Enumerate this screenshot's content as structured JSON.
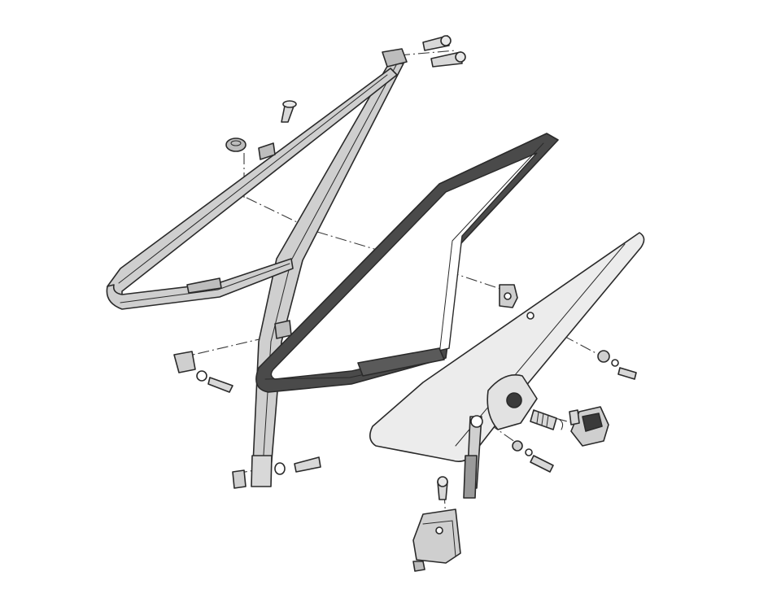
{
  "diagram": {
    "style": "exploded-parts-illustration",
    "background_color": "#ffffff",
    "line_color": "#2a2a2a",
    "frame_fill": "#cfcfcf",
    "seal_fill": "#4a4a4a",
    "glass_fill": "#ececec",
    "parts": [
      {
        "id": "outer-frame",
        "icon": "window-frame-icon"
      },
      {
        "id": "rubber-seal",
        "icon": "rubber-seal-icon"
      },
      {
        "id": "vent-glass",
        "icon": "vent-glass-icon"
      },
      {
        "id": "pivot-rod",
        "icon": "pivot-rod-icon"
      },
      {
        "id": "lower-pivot-bracket",
        "icon": "pivot-bracket-icon"
      },
      {
        "id": "vent-latch-handle",
        "icon": "latch-handle-icon"
      },
      {
        "id": "fasteners",
        "icon": "screw-icon"
      }
    ]
  }
}
